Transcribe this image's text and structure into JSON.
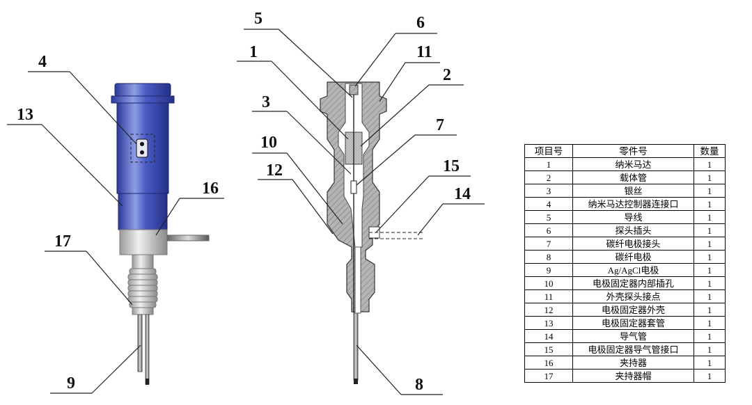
{
  "callouts_left": [
    {
      "id": "4",
      "label": "4"
    },
    {
      "id": "13",
      "label": "13"
    },
    {
      "id": "16",
      "label": "16"
    },
    {
      "id": "17",
      "label": "17"
    },
    {
      "id": "9",
      "label": "9"
    }
  ],
  "callouts_right": [
    {
      "id": "5",
      "label": "5"
    },
    {
      "id": "6",
      "label": "6"
    },
    {
      "id": "1",
      "label": "1"
    },
    {
      "id": "11",
      "label": "11"
    },
    {
      "id": "2",
      "label": "2"
    },
    {
      "id": "3",
      "label": "3"
    },
    {
      "id": "7",
      "label": "7"
    },
    {
      "id": "10",
      "label": "10"
    },
    {
      "id": "15",
      "label": "15"
    },
    {
      "id": "12",
      "label": "12"
    },
    {
      "id": "14",
      "label": "14"
    },
    {
      "id": "8",
      "label": "8"
    }
  ],
  "colors": {
    "motor_blue": "#3a4bb0",
    "motor_highlight": "#a9b6ee",
    "holder_silver": "#c8c8c8",
    "section_gray": "#a0a0a0",
    "outline": "#333333"
  },
  "table": {
    "headers": [
      "项目号",
      "零件号",
      "数量"
    ],
    "rows": [
      [
        "1",
        "纳米马达",
        "1"
      ],
      [
        "2",
        "载体管",
        "1"
      ],
      [
        "3",
        "银丝",
        "1"
      ],
      [
        "4",
        "纳米马达控制器连接口",
        "1"
      ],
      [
        "5",
        "导线",
        "1"
      ],
      [
        "6",
        "探头插头",
        "1"
      ],
      [
        "7",
        "碳纤电极接头",
        "1"
      ],
      [
        "8",
        "碳纤电极",
        "1"
      ],
      [
        "9",
        "Ag/AgCl电极",
        "1"
      ],
      [
        "10",
        "电极固定器内部插孔",
        "1"
      ],
      [
        "11",
        "外壳探头接点",
        "1"
      ],
      [
        "12",
        "电极固定器外壳",
        "1"
      ],
      [
        "13",
        "电极固定器套管",
        "1"
      ],
      [
        "14",
        "导气管",
        "1"
      ],
      [
        "15",
        "电极固定器导气管接口",
        "1"
      ],
      [
        "16",
        "夹持器",
        "1"
      ],
      [
        "17",
        "夹持器帽",
        "1"
      ]
    ]
  }
}
